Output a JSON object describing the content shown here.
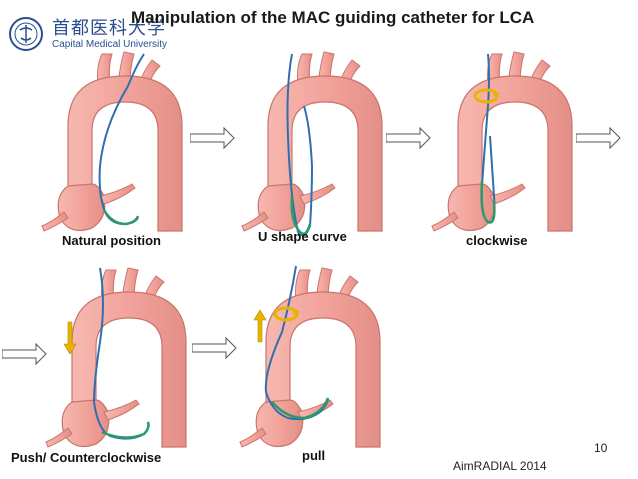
{
  "title": "Manipulation of the MAC guiding catheter for LCA",
  "logo": {
    "chinese_name": "首都医科大学",
    "english_name": "Capital Medical University"
  },
  "steps": [
    {
      "label": "Natural position"
    },
    {
      "label": "U shape curve"
    },
    {
      "label": "clockwise"
    },
    {
      "label": "Push/ Counterclockwise"
    },
    {
      "label": "pull"
    }
  ],
  "page_number": "10",
  "credit": "AimRADIAL 2014",
  "colors": {
    "aorta_fill": "#f2a39b",
    "aorta_stroke": "#c9756d",
    "catheter_blue": "#2f6fb0",
    "catheter_green": "#2e9a6a",
    "rotation_arrow": "#e8b400",
    "flow_arrow": "#ffffff",
    "logo_blue": "#2a4f8f"
  }
}
